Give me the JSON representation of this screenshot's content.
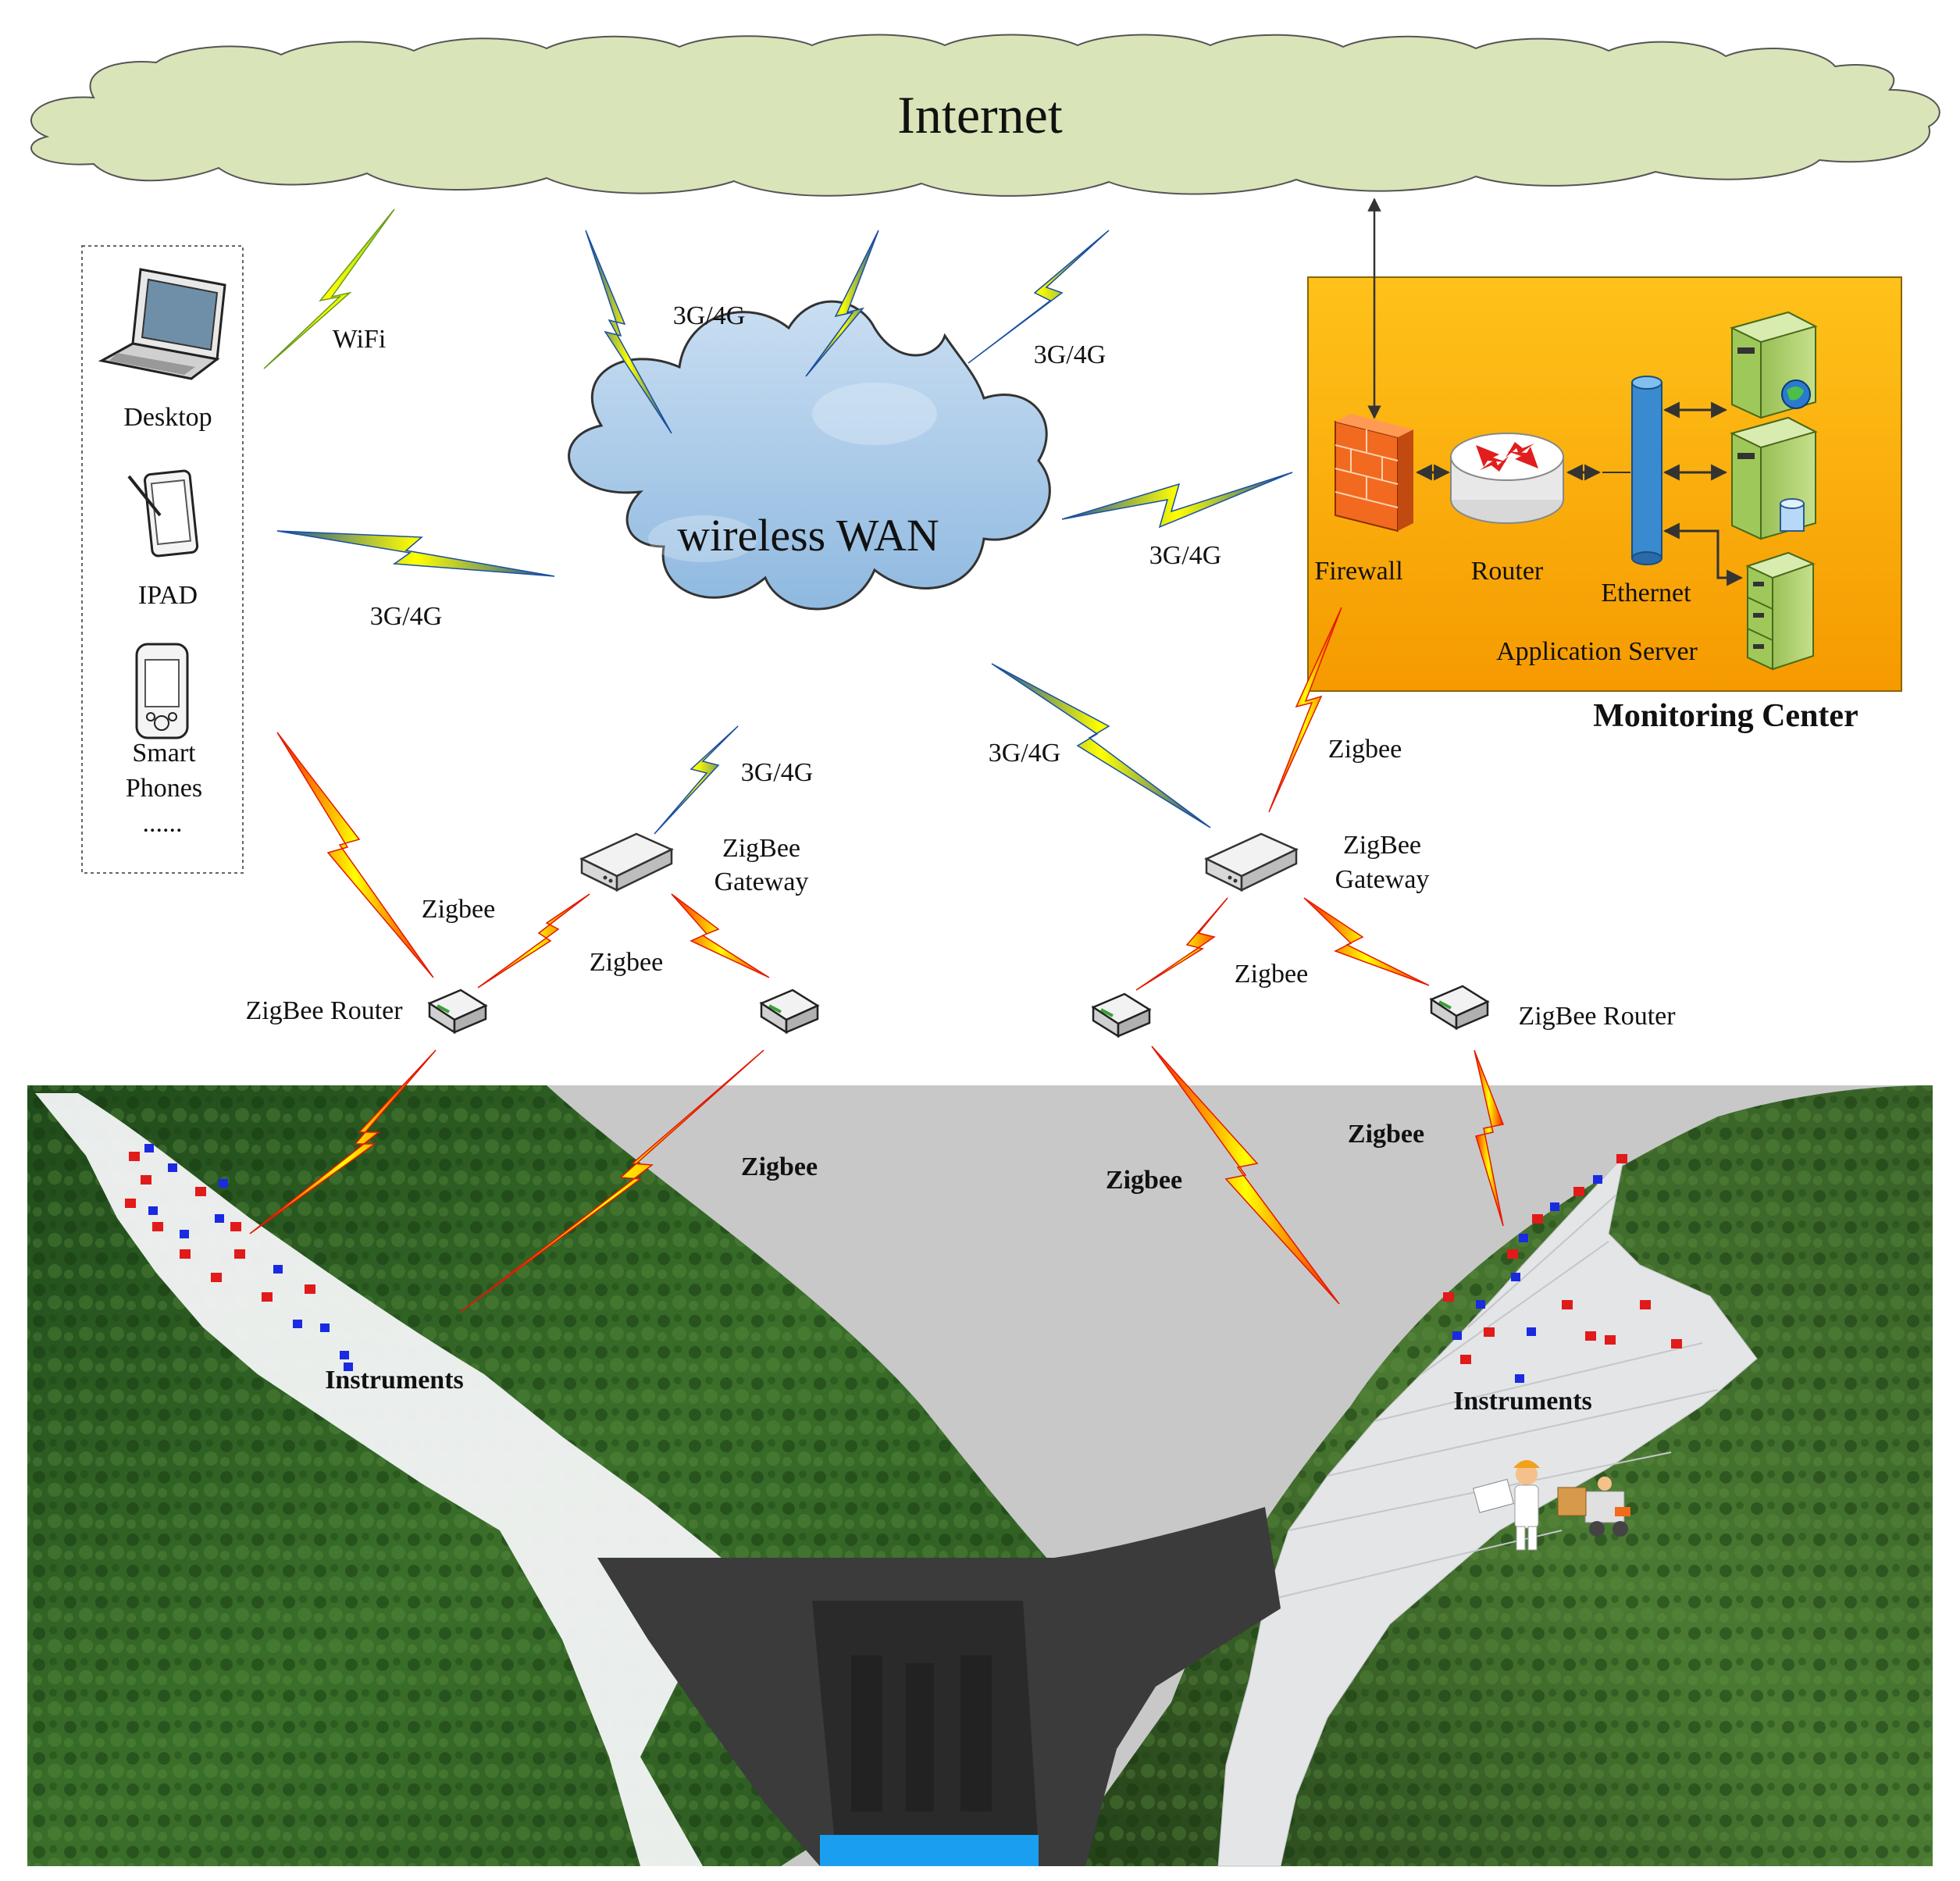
{
  "internet": {
    "label": "Internet"
  },
  "wan": {
    "label": "wireless WAN"
  },
  "clients": {
    "items": [
      {
        "label": "Desktop",
        "icon": "laptop-icon"
      },
      {
        "label": "IPAD",
        "icon": "tablet-icon"
      },
      {
        "label": "Smart",
        "label2": "Phones",
        "icon": "smartphone-icon"
      }
    ],
    "more": "......"
  },
  "links": {
    "wifi": "WiFi",
    "g1": "3G/4G",
    "g2": "3G/4G",
    "g3": "3G/4G",
    "g4": "3G/4G",
    "g5": "3G/4G",
    "g6": "3G/4G",
    "zigbee_monitor": "Zigbee",
    "zigbee_left_router": "Zigbee",
    "zigbee_left_gw": "Zigbee",
    "zigbee_right_gw": "Zigbee",
    "zigbee_dam_left": "Zigbee",
    "zigbee_dam_mid": "Zigbee",
    "zigbee_dam_right": "Zigbee"
  },
  "monitoring": {
    "title": "Monitoring Center",
    "firewall": "Firewall",
    "router": "Router",
    "ethernet": "Ethernet",
    "server": "Application Server",
    "color": "#f9b800"
  },
  "gateways": {
    "left": {
      "line1": "ZigBee",
      "line2": "Gateway"
    },
    "right": {
      "line1": "ZigBee",
      "line2": "Gateway"
    }
  },
  "routers": {
    "left": "ZigBee Router",
    "right": "ZigBee Router"
  },
  "instruments": {
    "left": "Instruments",
    "right": "Instruments"
  },
  "colors": {
    "cloud_internet": "#d9e4b8",
    "cloud_wan": "#a9cbe8",
    "bolt_yellow": "#ffff00",
    "bolt_red": "#ff2a00",
    "sky": "#c8c8c8",
    "forest": "#2e5a22"
  }
}
